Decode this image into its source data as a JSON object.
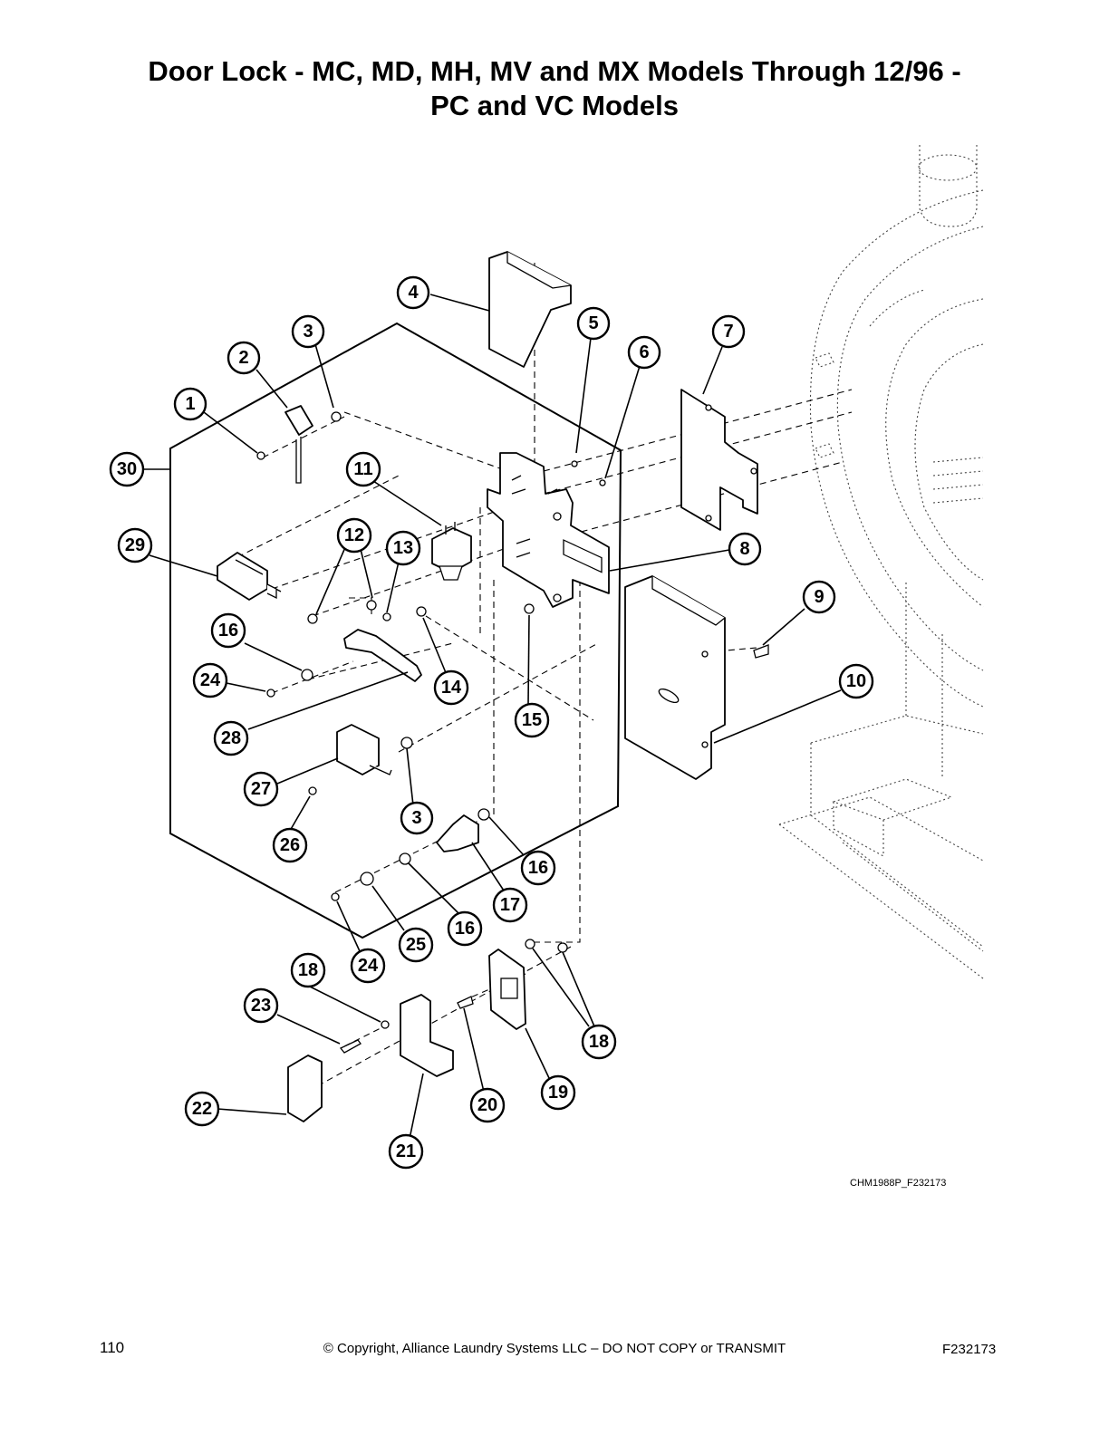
{
  "title": {
    "line1": "Door Lock - MC, MD, MH, MV and MX Models Through 12/96 -",
    "line2": "PC and VC Models"
  },
  "drawing_code": "CHM1988P_F232173",
  "footer": {
    "page_number": "110",
    "copyright": "© Copyright, Alliance Laundry Systems LLC – DO NOT COPY or TRANSMIT",
    "doc_code": "F232173"
  },
  "callouts": [
    "1",
    "2",
    "3",
    "4",
    "5",
    "6",
    "7",
    "8",
    "9",
    "10",
    "11",
    "12",
    "13",
    "14",
    "15",
    "16",
    "17",
    "18",
    "19",
    "20",
    "21",
    "22",
    "23",
    "24",
    "25",
    "26",
    "27",
    "28",
    "29",
    "30",
    "3",
    "16",
    "16",
    "16",
    "18",
    "18",
    "24"
  ]
}
